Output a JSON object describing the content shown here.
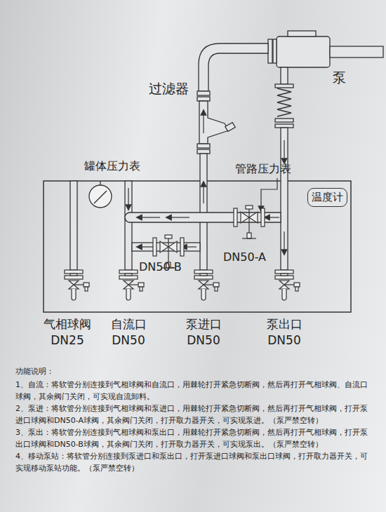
{
  "diagram": {
    "nodes": [
      {
        "text": [
          "温度计"
        ]
      }
    ],
    "labels": [
      "过滤器",
      "泵",
      "罐体压力表",
      "管路压力表",
      "DN50-B",
      "DN50-A",
      "气相球阀",
      "DN25",
      "自流口",
      "DN50",
      "泵进口",
      "DN50",
      "泵出口",
      "DN50",
      "功能说明：",
      "1、自流：将软管分别连接到气相球阀和自流口，用棘轮打开紧急切断阀，然后再打开气相球阀、自流口球阀，其余阀门关闭，可实现自流卸料。",
      "2、泵进：将软管分别连接到气相球阀和泵进口，用棘轮打开紧急切断阀，然后再打开气相球阀，打开泵进口球阀和DN50-A球阀，其余阀门关闭，打开取力器开关，可实现泵进。（泵严禁空转）",
      "3、泵出：将软管分别连接到气相球阀和泵出口，用棘轮打开紧急切断阀，然后再打开气相球阀，打开泵出口球阀和DN50-B球阀，其余阀门关闭，打开取力器开关，可实现泵出。（泵严禁空转）",
      "4、移动泵站：将软管分别连接到泵进口和泵出口，打开泵进口球阀和泵出口球阀，打开取力器开关，可实现移动泵站功能。（泵严禁空转）"
    ]
  }
}
